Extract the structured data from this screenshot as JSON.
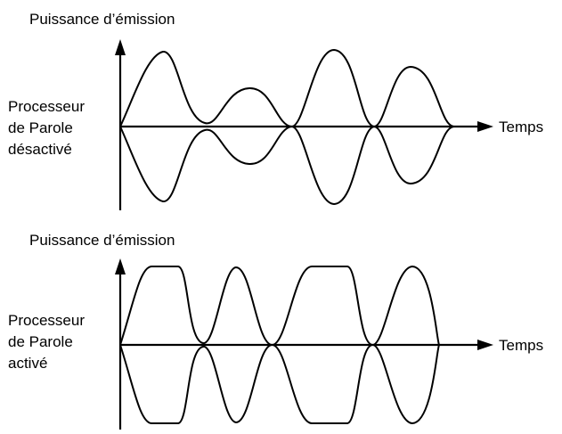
{
  "colors": {
    "ink": "#000000",
    "background": "#ffffff"
  },
  "panels": [
    {
      "id": "off",
      "y_axis_label": "Puissance d’émission",
      "x_axis_label": "Temps",
      "side_label_lines": [
        "Processeur",
        "de Parole",
        "désactivé"
      ],
      "waveform": "unprocessed"
    },
    {
      "id": "on",
      "y_axis_label": "Puissance d’émission",
      "x_axis_label": "Temps",
      "side_label_lines": [
        "Processeur",
        "de Parole",
        "activé"
      ],
      "waveform": "compressed"
    }
  ]
}
